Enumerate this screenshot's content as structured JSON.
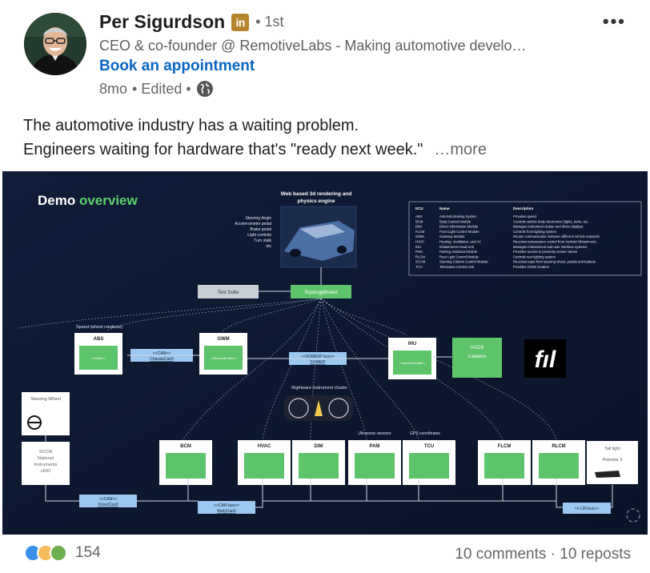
{
  "author": {
    "name": "Per Sigurdson",
    "badge": "in",
    "degree": "• 1st",
    "headline": "CEO & co-founder @ RemotiveLabs - Making automotive develo…",
    "cta": "Book an appointment",
    "time": "8mo",
    "edited": "• Edited •"
  },
  "post": {
    "line1": "The automotive industry has a waiting problem.",
    "line2": "Engineers waiting for hardware that's \"ready next week.\"",
    "see_more": "…more"
  },
  "slide": {
    "title_a": "Demo ",
    "title_b": "overview",
    "render_label_1": "Web based 3d rendering and",
    "render_label_2": "physics engine",
    "inputs": [
      "Steering Angle",
      "Accelerometer pedal",
      "Brake pedal",
      "Light controls",
      "Turn stalk",
      "etc"
    ],
    "test_suite": "Test Suite",
    "topology_broker": "TopologyBroker",
    "speed_label": "Speed (wheel rotations)",
    "nodes_top": [
      {
        "id": "ABS",
        "sub": "<<Pallet>>"
      },
      {
        "id": "GWM",
        "sub": "<<ElectronicPallet>>"
      },
      {
        "id": "IHU",
        "sub": "<<AdvancedPallet>>"
      }
    ],
    "aaos": "AAOS",
    "aaos_sub": "Cuttlefish",
    "can_label_1": "<<CAN>>",
    "can_label_2": "ChassisCan0",
    "someip_1": "<<SOME/IP bus>>",
    "someip_2": "SOMEIP",
    "cluster_label": "Rightware instrument cluster",
    "ultrasonic": "Ultrasonic sensors",
    "gps": "GPS coordinates",
    "steering_wheel": "Steering Wheel",
    "sccm_box": [
      "SCCM",
      "National",
      "Instruments",
      "cRIO"
    ],
    "nodes_bottom": [
      "BCM",
      "HVAC",
      "DIM",
      "PAM",
      "TCU",
      "FLCM",
      "RLCM"
    ],
    "tail_light": "Tail light",
    "polestar": "Polestar 3",
    "bus_driver": [
      "<<CAN>>",
      "DriverCan0"
    ],
    "bus_body": [
      "<<CAN bus>>",
      "BodyCan0"
    ],
    "bus_lin": "<< LIN bus>>",
    "ecu_table": {
      "headers": [
        "ECU",
        "Name",
        "Description"
      ],
      "rows": [
        [
          "ABS",
          "Anti-lock Braking System",
          "Provides speed"
        ],
        [
          "BCM",
          "Body Control Module",
          "Controls vehicle body electronics (lights, locks, etc."
        ],
        [
          "DIM",
          "Driver Information Module",
          "Manages instrument cluster and driver displays"
        ],
        [
          "FLCM",
          "Front Light Control Module",
          "Controls front lighting system"
        ],
        [
          "GWM",
          "Gateway Module",
          "Routes communication between different vehicle networks"
        ],
        [
          "HVAC",
          "Heating, Ventilation, and AC",
          "Receives temperature control from Android infotainment."
        ],
        [
          "IHU",
          "Infotainment Head Unit",
          "Manages infotainment and user interface systems"
        ],
        [
          "PAM",
          "Parking Assistant Module",
          "Provides access to proximity sensor values"
        ],
        [
          "RLCM",
          "Rear Light Control Module",
          "Controls rear lighting system"
        ],
        [
          "SCCM",
          "Steering Column Control Module",
          "Receives input from steering wheel, pedals and buttons"
        ],
        [
          "TCU",
          "Telematics Control Unit",
          "Provides GNSS location"
        ]
      ]
    }
  },
  "footer": {
    "reactions": "154",
    "comments": "10 comments",
    "sep": "·",
    "reposts": "10 reposts"
  }
}
